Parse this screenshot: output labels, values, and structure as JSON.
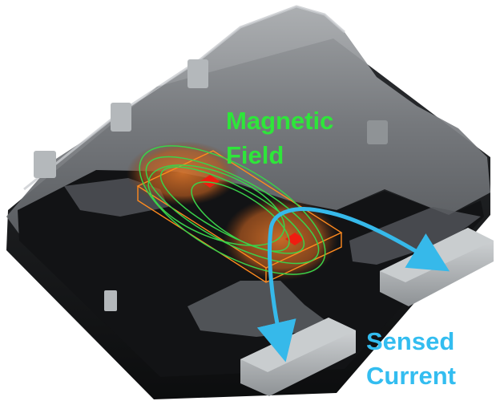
{
  "labels": {
    "magnetic_line1": "Magnetic",
    "magnetic_line2": "Field",
    "current_line1": "Sensed",
    "current_line2": "Current"
  },
  "colors": {
    "magnetic_label": "#2ee63a",
    "current_label": "#33bdf0",
    "field_lines": "#3ad24a",
    "current_arrow": "#36b9ea",
    "chip_body": "#111214",
    "package_shell": "#8c8f92",
    "hall_sensor": "#f01c10",
    "copper_glow": "#e07a2a",
    "sensor_box": "#ff8a1e",
    "terminal": "#b8bcbe"
  },
  "icons": {
    "field": "magnetic-field-loops-icon",
    "current": "current-arrow-icon",
    "sensor": "hall-element-icon"
  }
}
